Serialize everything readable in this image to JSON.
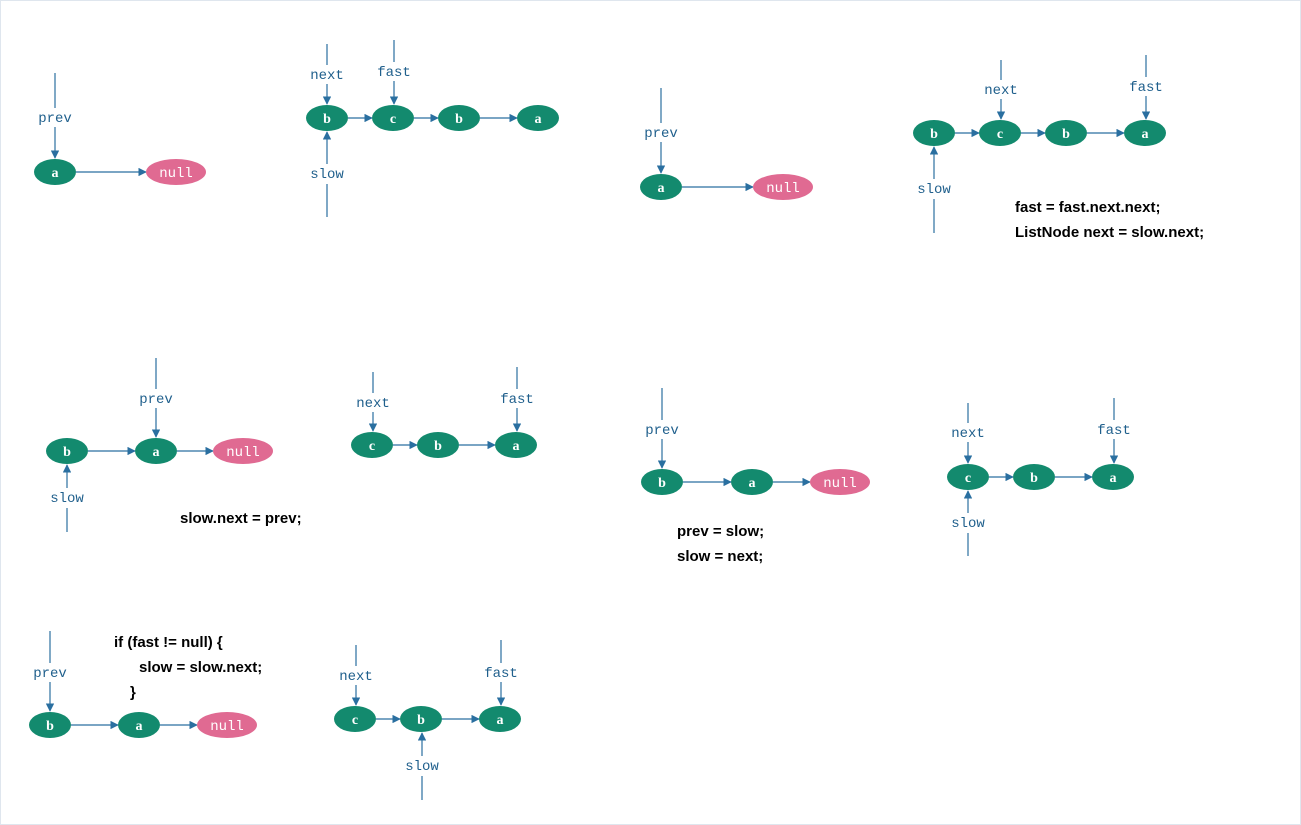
{
  "colors": {
    "node": "#138a6e",
    "null_node": "#e06a92",
    "text_on_node": "#ffffff",
    "arrow": "#2a6fa0",
    "label": "#1f5f8c",
    "code": "#000000",
    "border": "#dfe6ee"
  },
  "diagrams": [
    {
      "id": "d1",
      "nodes": [
        {
          "id": "a",
          "label": "a"
        },
        {
          "id": "n",
          "label": "null",
          "kind": "null"
        }
      ],
      "links": [
        [
          "a",
          "n"
        ]
      ],
      "pointers": [
        {
          "label": "prev",
          "target": "a",
          "side": "top"
        }
      ]
    },
    {
      "id": "d2",
      "nodes": [
        {
          "id": "b1",
          "label": "b"
        },
        {
          "id": "c",
          "label": "c"
        },
        {
          "id": "b2",
          "label": "b"
        },
        {
          "id": "a",
          "label": "a"
        }
      ],
      "links": [
        [
          "b1",
          "c"
        ],
        [
          "c",
          "b2"
        ],
        [
          "b2",
          "a"
        ]
      ],
      "pointers": [
        {
          "label": "next",
          "target": "b1",
          "side": "top"
        },
        {
          "label": "fast",
          "target": "c",
          "side": "top"
        },
        {
          "label": "slow",
          "target": "b1",
          "side": "bottom"
        }
      ]
    },
    {
      "id": "d3",
      "nodes": [
        {
          "id": "a",
          "label": "a"
        },
        {
          "id": "n",
          "label": "null",
          "kind": "null"
        }
      ],
      "links": [
        [
          "a",
          "n"
        ]
      ],
      "pointers": [
        {
          "label": "prev",
          "target": "a",
          "side": "top"
        }
      ]
    },
    {
      "id": "d4",
      "nodes": [
        {
          "id": "b1",
          "label": "b"
        },
        {
          "id": "c",
          "label": "c"
        },
        {
          "id": "b2",
          "label": "b"
        },
        {
          "id": "a",
          "label": "a"
        }
      ],
      "links": [
        [
          "b1",
          "c"
        ],
        [
          "c",
          "b2"
        ],
        [
          "b2",
          "a"
        ]
      ],
      "pointers": [
        {
          "label": "next",
          "target": "c",
          "side": "top"
        },
        {
          "label": "fast",
          "target": "a",
          "side": "top"
        },
        {
          "label": "slow",
          "target": "b1",
          "side": "bottom"
        }
      ]
    },
    {
      "id": "d5",
      "nodes": [
        {
          "id": "b",
          "label": "b"
        },
        {
          "id": "a",
          "label": "a"
        },
        {
          "id": "n",
          "label": "null",
          "kind": "null"
        }
      ],
      "links": [
        [
          "b",
          "a"
        ],
        [
          "a",
          "n"
        ]
      ],
      "pointers": [
        {
          "label": "prev",
          "target": "a",
          "side": "top"
        },
        {
          "label": "slow",
          "target": "b",
          "side": "bottom"
        }
      ]
    },
    {
      "id": "d6",
      "nodes": [
        {
          "id": "c",
          "label": "c"
        },
        {
          "id": "b",
          "label": "b"
        },
        {
          "id": "a",
          "label": "a"
        }
      ],
      "links": [
        [
          "c",
          "b"
        ],
        [
          "b",
          "a"
        ]
      ],
      "pointers": [
        {
          "label": "next",
          "target": "c",
          "side": "top"
        },
        {
          "label": "fast",
          "target": "a",
          "side": "top"
        }
      ]
    },
    {
      "id": "d7",
      "nodes": [
        {
          "id": "b",
          "label": "b"
        },
        {
          "id": "a",
          "label": "a"
        },
        {
          "id": "n",
          "label": "null",
          "kind": "null"
        }
      ],
      "links": [
        [
          "b",
          "a"
        ],
        [
          "a",
          "n"
        ]
      ],
      "pointers": [
        {
          "label": "prev",
          "target": "b",
          "side": "top"
        }
      ]
    },
    {
      "id": "d8",
      "nodes": [
        {
          "id": "c",
          "label": "c"
        },
        {
          "id": "b",
          "label": "b"
        },
        {
          "id": "a",
          "label": "a"
        }
      ],
      "links": [
        [
          "c",
          "b"
        ],
        [
          "b",
          "a"
        ]
      ],
      "pointers": [
        {
          "label": "next",
          "target": "c",
          "side": "top"
        },
        {
          "label": "fast",
          "target": "a",
          "side": "top"
        },
        {
          "label": "slow",
          "target": "c",
          "side": "bottom"
        }
      ]
    },
    {
      "id": "d9",
      "nodes": [
        {
          "id": "b",
          "label": "b"
        },
        {
          "id": "a",
          "label": "a"
        },
        {
          "id": "n",
          "label": "null",
          "kind": "null"
        }
      ],
      "links": [
        [
          "b",
          "a"
        ],
        [
          "a",
          "n"
        ]
      ],
      "pointers": [
        {
          "label": "prev",
          "target": "b",
          "side": "top"
        }
      ]
    },
    {
      "id": "d10",
      "nodes": [
        {
          "id": "c",
          "label": "c"
        },
        {
          "id": "b",
          "label": "b"
        },
        {
          "id": "a",
          "label": "a"
        }
      ],
      "links": [
        [
          "c",
          "b"
        ],
        [
          "b",
          "a"
        ]
      ],
      "pointers": [
        {
          "label": "next",
          "target": "c",
          "side": "top"
        },
        {
          "label": "fast",
          "target": "a",
          "side": "top"
        },
        {
          "label": "slow",
          "target": "b",
          "side": "bottom"
        }
      ]
    }
  ],
  "code_blocks": [
    {
      "id": "code1",
      "lines": [
        "fast = fast.next.next;",
        "ListNode next = slow.next;"
      ]
    },
    {
      "id": "code2",
      "lines": [
        "slow.next = prev;"
      ]
    },
    {
      "id": "code3",
      "lines": [
        "prev = slow;",
        "slow = next;"
      ]
    },
    {
      "id": "code4",
      "lines": [
        "if (fast != null) {",
        "    slow = slow.next;",
        "}"
      ]
    }
  ]
}
